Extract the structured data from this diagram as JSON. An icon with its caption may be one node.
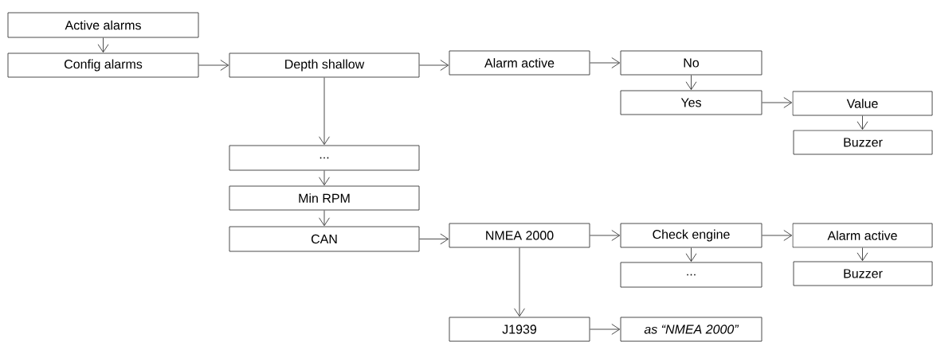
{
  "diagram": {
    "nodes": [
      {
        "text": [
          "Active alarms"
        ]
      },
      {
        "text": [
          "Config alarms"
        ]
      },
      {
        "text": [
          "Depth shallow"
        ]
      },
      {
        "text": [
          "Alarm active"
        ]
      },
      {
        "text": [
          "No"
        ]
      },
      {
        "text": [
          "Yes"
        ]
      },
      {
        "text": [
          "Value"
        ]
      },
      {
        "text": [
          "Buzzer"
        ]
      },
      {
        "text": [
          "..."
        ]
      },
      {
        "text": [
          "Min RPM"
        ]
      },
      {
        "text": [
          "CAN"
        ]
      },
      {
        "text": [
          "NMEA 2000"
        ]
      },
      {
        "text": [
          "Check engine"
        ]
      },
      {
        "text": [
          "Alarm active"
        ]
      },
      {
        "text": [
          "..."
        ]
      },
      {
        "text": [
          "Buzzer"
        ]
      },
      {
        "text": [
          "J1939"
        ]
      },
      {
        "text": [
          "as “NMEA 2000”"
        ]
      }
    ],
    "edges": [
      {
        "from": 0,
        "to": 1,
        "arrow": "to"
      },
      {
        "from": 1,
        "to": 2,
        "arrow": "to"
      },
      {
        "from": 2,
        "to": 3,
        "arrow": "to"
      },
      {
        "from": 3,
        "to": 4,
        "arrow": "to"
      },
      {
        "from": 4,
        "to": 5,
        "arrow": "to"
      },
      {
        "from": 5,
        "to": 6,
        "arrow": "to"
      },
      {
        "from": 6,
        "to": 7,
        "arrow": "to"
      },
      {
        "from": 2,
        "to": 8,
        "arrow": "to"
      },
      {
        "from": 8,
        "to": 9,
        "arrow": "to"
      },
      {
        "from": 9,
        "to": 10,
        "arrow": "to"
      },
      {
        "from": 10,
        "to": 11,
        "arrow": "to"
      },
      {
        "from": 11,
        "to": 12,
        "arrow": "to"
      },
      {
        "from": 12,
        "to": 13,
        "arrow": "to"
      },
      {
        "from": 13,
        "to": 15,
        "arrow": "to"
      },
      {
        "from": 12,
        "to": 14,
        "arrow": "to"
      },
      {
        "from": 11,
        "to": 16,
        "arrow": "to"
      },
      {
        "from": 16,
        "to": 17,
        "arrow": "to"
      }
    ]
  }
}
